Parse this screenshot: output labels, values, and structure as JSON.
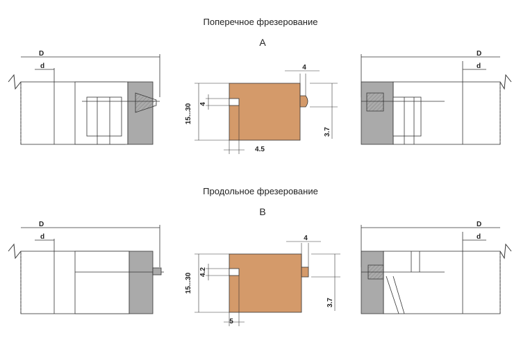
{
  "section_a": {
    "title": "Поперечное фрезерование",
    "letter": "А",
    "left_labels": {
      "D": "D",
      "d": "d"
    },
    "right_labels": {
      "D": "D",
      "d": "d"
    },
    "profile": {
      "tongue": "4",
      "height": "15...30",
      "groove_width": "4",
      "depth": "4.5",
      "offset": "3.7"
    }
  },
  "section_b": {
    "title": "Продольное фрезерование",
    "letter": "В",
    "left_labels": {
      "D": "D",
      "d": "d"
    },
    "right_labels": {
      "D": "D",
      "d": "d"
    },
    "profile": {
      "tongue": "4",
      "height": "15...30",
      "groove_width": "4.2",
      "depth": "5",
      "offset": "3.7"
    }
  },
  "colors": {
    "wood": "#d49a6a",
    "gray": "#aaaaaa",
    "line": "#333333"
  }
}
